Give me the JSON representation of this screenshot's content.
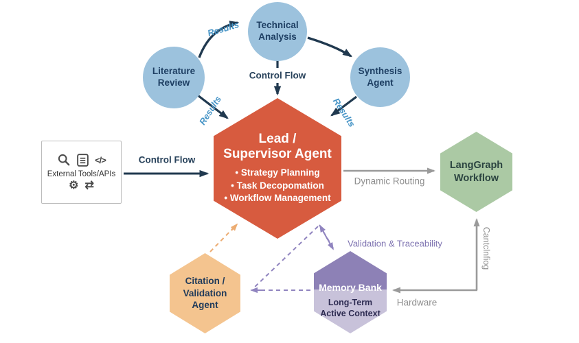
{
  "diagram_title": "",
  "colors": {
    "circle_fill": "#9cc2dd",
    "circle_text": "#1e3f63",
    "lead_fill": "#d75b3f",
    "langgraph_fill": "#abc9a4",
    "citation_fill": "#f4c48f",
    "memory_top_fill": "#8d81b6",
    "memory_bottom_fill": "#c8c2da",
    "dark_arrow": "#20394f",
    "gray_arrow": "#9a9a9a",
    "purple_dashed": "#9084bf",
    "orange_dashed": "#ecac72",
    "results_label": "#4694c6"
  },
  "nodes": {
    "literature_review": {
      "lines": [
        "Literature",
        "Review"
      ]
    },
    "technical_analysis": {
      "lines": [
        "Technical",
        "Analysis"
      ]
    },
    "synthesis_agent": {
      "lines": [
        "Synthesis",
        "Agent"
      ]
    },
    "lead_supervisor": {
      "title_lines": [
        "Lead /",
        "Supervisor Agent"
      ],
      "bullets": [
        "• Strategy Planning",
        "• Task Decopomation",
        "• Workflow Management"
      ]
    },
    "external_tools": {
      "label": "External Tools/APIs",
      "icons": {
        "search": "search-icon",
        "document": "document-icon",
        "code_glyph": "</>",
        "gear_glyph": "⚙",
        "swap_glyph": "⇄"
      }
    },
    "langgraph_workflow": {
      "lines": [
        "LangGraph",
        "Workflow"
      ]
    },
    "citation_validation": {
      "lines": [
        "Citation /",
        "Validation",
        "Agent"
      ]
    },
    "memory_bank": {
      "title": "Memory Bank",
      "sub_lines": [
        "Long-Term",
        "Active Context"
      ]
    }
  },
  "edges": [
    {
      "from": "literature_review",
      "to": "technical_analysis",
      "label": "Results",
      "style": "solid-dark-curved"
    },
    {
      "from": "technical_analysis",
      "to": "synthesis_agent",
      "label": "",
      "style": "solid-dark-curved"
    },
    {
      "from": "literature_review",
      "to": "lead_supervisor",
      "label": "Results",
      "style": "solid-dark"
    },
    {
      "from": "synthesis_agent",
      "to": "lead_supervisor",
      "label": "Results",
      "style": "solid-dark"
    },
    {
      "from": "technical_analysis",
      "to": "lead_supervisor",
      "label": "Control Flow",
      "style": "solid-dark"
    },
    {
      "from": "external_tools",
      "to": "lead_supervisor",
      "label": "Control Flow",
      "style": "solid-dark"
    },
    {
      "from": "lead_supervisor",
      "to": "langgraph_workflow",
      "label": "Dynamic Routing",
      "style": "solid-gray"
    },
    {
      "from": "lead_supervisor",
      "to": "memory_bank",
      "label": "Validation & Traceability",
      "style": "dashed-purple-bidirectional"
    },
    {
      "from": "memory_bank",
      "to": "citation_validation",
      "label": "",
      "style": "dashed-purple"
    },
    {
      "from": "citation_validation",
      "to": "lead_supervisor",
      "label": "",
      "style": "dashed-orange"
    },
    {
      "from": "langgraph_workflow",
      "to": "memory_bank",
      "label": "Hardware",
      "label2": "Cantclnfiog",
      "style": "solid-gray-elbow"
    }
  ]
}
